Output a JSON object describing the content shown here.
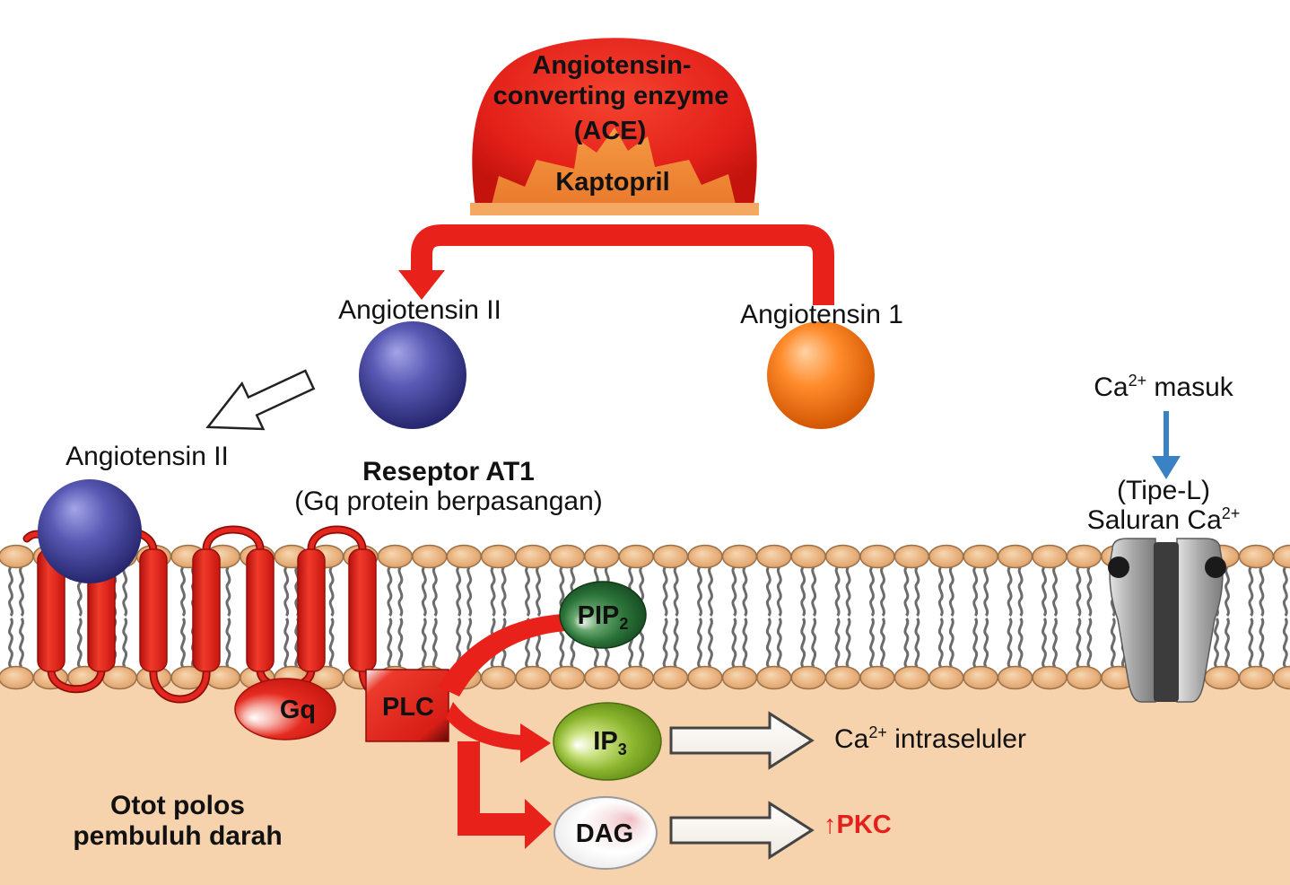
{
  "ace": {
    "line1": "Angiotensin-",
    "line2": "converting enzyme",
    "line3": "(ACE)",
    "inhibitor": "Kaptopril"
  },
  "angiotensin": {
    "ii_free": "Angiotensin II",
    "i": "Angiotensin 1",
    "ii_bound": "Angiotensin II"
  },
  "receptor": {
    "name": "Reseptor AT1",
    "subtitle": "(Gq protein berpasangan)",
    "g_protein": "Gq",
    "effector": "PLC"
  },
  "calcium_channel": {
    "influx": {
      "base": "Ca",
      "charge": "2+",
      "rest": " masuk"
    },
    "type": "(Tipe-L)",
    "name": {
      "base": "Saluran Ca",
      "charge": "2+"
    }
  },
  "messengers": {
    "pip2": {
      "base": "PIP",
      "sub": "2"
    },
    "ip3": {
      "base": "IP",
      "sub": "3"
    },
    "dag": "DAG"
  },
  "effects": {
    "calcium": {
      "base": "Ca",
      "charge": "2+",
      "rest": " intraseluler"
    },
    "pkc": "↑PKC"
  },
  "cell": {
    "line1": "Otot polos",
    "line2": "pembuluh darah"
  },
  "colors": {
    "conversion_arrow": "#e8221b",
    "pathway_arrow": "#e8221b",
    "calcium_arrow": "#3b82c4",
    "pkc_text": "#e3201b",
    "cytoplasm": "#f7d3ad"
  }
}
